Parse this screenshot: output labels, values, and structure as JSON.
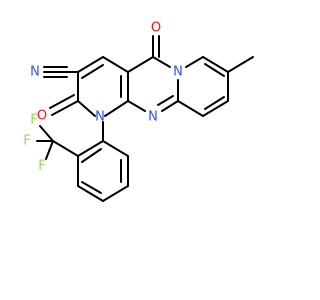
{
  "colors": {
    "bond": "#000000",
    "oxygen": "#ff0d0d",
    "nitrogen": "#3050f8",
    "fluorine": "#90e050",
    "background": "#ffffff"
  },
  "atoms": {
    "nitrile_n": "N",
    "oxo_top": "O",
    "oxo_left": "O",
    "ring_n1": "N",
    "ring_n_bridge": "N",
    "ring_n_pyrido": "N",
    "f1": "F",
    "f2": "F",
    "f3": "F"
  }
}
